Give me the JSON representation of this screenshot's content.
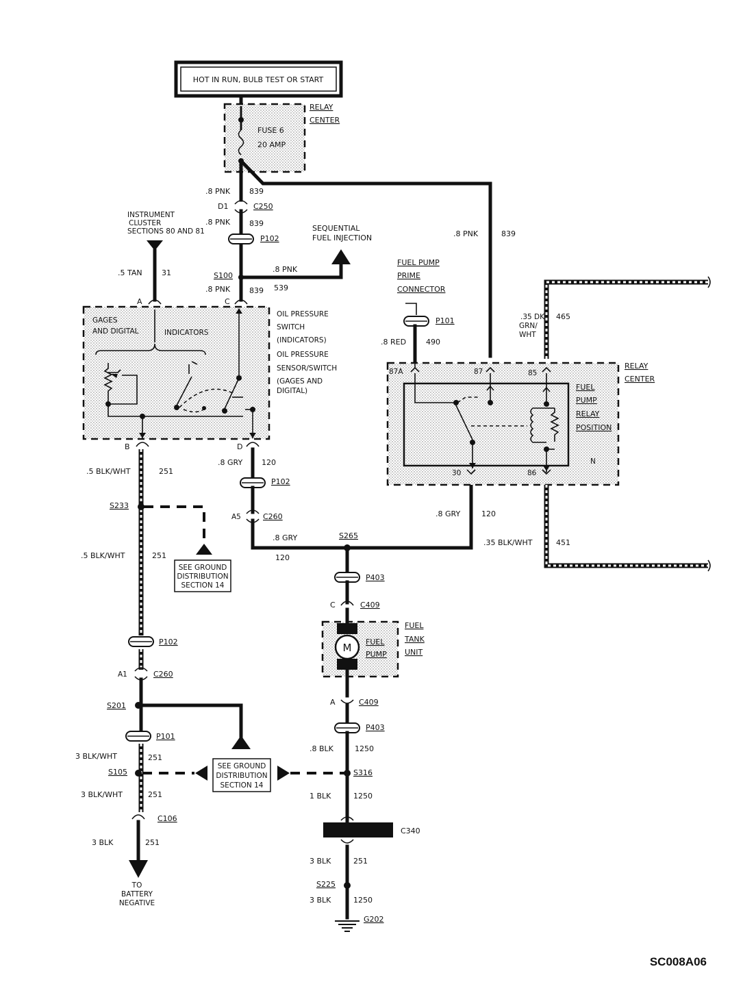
{
  "header": {
    "power_label": "HOT IN RUN, BULB TEST OR START"
  },
  "relay_center_top": {
    "label_line1": "RELAY",
    "label_line2": "CENTER",
    "fuse_line1": "FUSE 6",
    "fuse_line2": "20 AMP"
  },
  "wire_labels": {
    "w1_size": ".8 PNK",
    "w1_circuit": "839",
    "w2_size": ".8 PNK",
    "w2_circuit": "839",
    "w3_size": ".8 PNK",
    "w3_circuit": "839",
    "w_sfi_size": ".8 PNK",
    "w_sfi_circuit": "539",
    "w_tan_size": ".5 TAN",
    "w_tan_circuit": "31",
    "w_relay_size": ".8 PNK",
    "w_relay_circuit": "839",
    "w_red_size": ".8 RED",
    "w_red_circuit": "490",
    "w_dkgrn_size_l1": ".35 DK",
    "w_dkgrn_size_l2": "GRN/",
    "w_dkgrn_size_l3": "WHT",
    "w_dkgrn_circuit": "465",
    "w_blkwht1_size": ".5 BLK/WHT",
    "w_blkwht1_circuit": "251",
    "w_blkwht2_size": ".5 BLK/WHT",
    "w_blkwht2_circuit": "251",
    "w_gry1_size": ".8 GRY",
    "w_gry1_circuit": "120",
    "w_gry2_size": ".8 GRY",
    "w_gry2_circuit": "120",
    "w_gry3_size": ".8 GRY",
    "w_gry3_circuit": "120",
    "w_blkwht35_size": ".35 BLK/WHT",
    "w_blkwht35_circuit": "451",
    "w_3blkwht1_size": "3 BLK/WHT",
    "w_3blkwht1_circuit": "251",
    "w_3blkwht2_size": "3 BLK/WHT",
    "w_3blkwht2_circuit": "251",
    "w_3blk_size": "3 BLK",
    "w_3blk_circuit": "251",
    "w_8blk_size": ".8 BLK",
    "w_8blk_circuit": "1250",
    "w_1blk_size": "1 BLK",
    "w_1blk_circuit": "1250",
    "w_3blk2_size": "3 BLK",
    "w_3blk2_circuit": "251",
    "w_3blk3_size": "3 BLK",
    "w_3blk3_circuit": "1250"
  },
  "connectors": {
    "d1": "D1",
    "c250": "C250",
    "p102_top": "P102",
    "s100": "S100",
    "pin_a": "A",
    "pin_c": "C",
    "pin_b": "B",
    "pin_d": "D",
    "p102_mid": "P102",
    "a5": "A5",
    "c260_mid": "C260",
    "s233": "S233",
    "s265": "S265",
    "p403_top": "P403",
    "pin_c2": "C",
    "c409_top": "C409",
    "p102_low": "P102",
    "a1": "A1",
    "c260_low": "C260",
    "s201": "S201",
    "p101_low": "P101",
    "s105": "S105",
    "c106": "C106",
    "pin_a2": "A",
    "c409_low": "C409",
    "p403_low": "P403",
    "s316": "S316",
    "c340": "C340",
    "s225": "S225",
    "g202": "G202",
    "p101_prime": "P101"
  },
  "notes": {
    "instrument_l1": "INSTRUMENT",
    "instrument_l2": "CLUSTER",
    "instrument_l3": "SECTIONS 80 AND 81",
    "sfi_l1": "SEQUENTIAL",
    "sfi_l2": "FUEL INJECTION",
    "prime_l1": "FUEL PUMP",
    "prime_l2": "PRIME",
    "prime_l3": "CONNECTOR",
    "gages_l1": "GAGES",
    "gages_l2": "AND DIGITAL",
    "gages_l3": "INDICATORS",
    "ops_l1": "OIL PRESSURE",
    "ops_l2": "SWITCH",
    "ops_l3": "(INDICATORS)",
    "ops_l4": "OIL PRESSURE",
    "ops_l5": "SENSOR/SWITCH",
    "ops_l6": "(GAGES AND",
    "ops_l7": "DIGITAL)",
    "relay_center_l1": "RELAY",
    "relay_center_l2": "CENTER",
    "fpr_l1": "FUEL",
    "fpr_l2": "PUMP",
    "fpr_l3": "RELAY",
    "fpr_l4": "POSITION",
    "pin_87a": "87A",
    "pin_87": "87",
    "pin_85": "85",
    "pin_30": "30",
    "pin_86": "86",
    "pin_n": "N",
    "ground1_l1": "SEE GROUND",
    "ground1_l2": "DISTRIBUTION",
    "ground1_l3": "SECTION 14",
    "ground2_l1": "SEE GROUND",
    "ground2_l2": "DISTRIBUTION",
    "ground2_l3": "SECTION 14",
    "ftu_l1": "FUEL",
    "ftu_l2": "TANK",
    "ftu_l3": "UNIT",
    "fp_l1": "FUEL",
    "fp_l2": "PUMP",
    "motor": "M",
    "battery_l1": "TO",
    "battery_l2": "BATTERY",
    "battery_l3": "NEGATIVE"
  },
  "figure_code": "SC008A06"
}
